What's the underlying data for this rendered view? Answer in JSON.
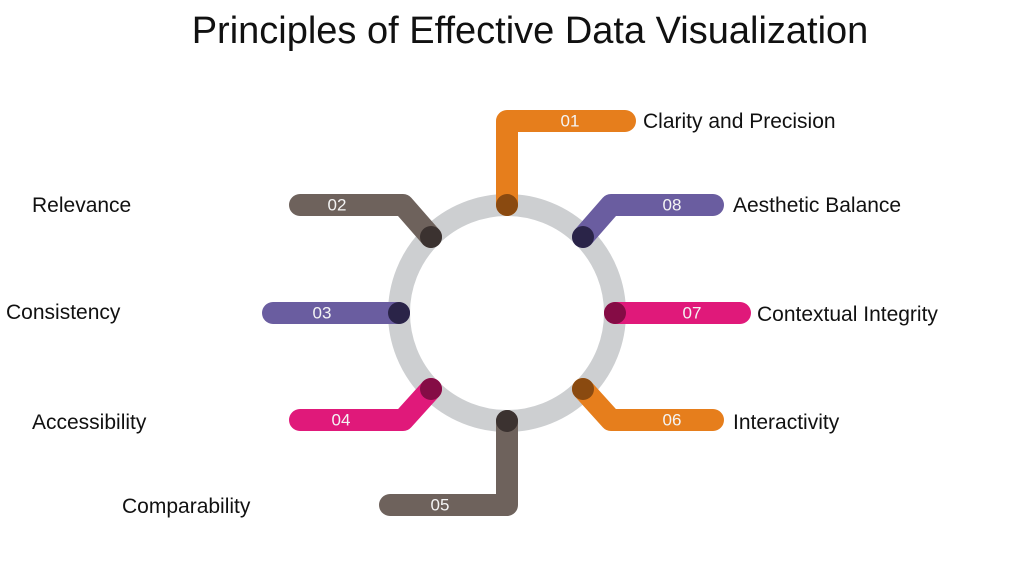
{
  "title": "Principles of Effective Data Visualization",
  "colors": {
    "ring": "#cdcfd1",
    "orange": "#e67e1c",
    "brown": "#6e625c",
    "purple": "#6a5da0",
    "pink": "#e0197a"
  },
  "items": [
    {
      "number": "01",
      "label": "Clarity and Precision",
      "color": "#e67e1c",
      "dot": "#8a4a10"
    },
    {
      "number": "02",
      "label": "Relevance",
      "color": "#6e625c",
      "dot": "#3b3230"
    },
    {
      "number": "03",
      "label": "Consistency",
      "color": "#6a5da0",
      "dot": "#2a2448"
    },
    {
      "number": "04",
      "label": "Accessibility",
      "color": "#e0197a",
      "dot": "#850c45"
    },
    {
      "number": "05",
      "label": "Comparability",
      "color": "#6e625c",
      "dot": "#3b3230"
    },
    {
      "number": "06",
      "label": "Interactivity",
      "color": "#e67e1c",
      "dot": "#8a4a10"
    },
    {
      "number": "07",
      "label": "Contextual Integrity",
      "color": "#e0197a",
      "dot": "#850c45"
    },
    {
      "number": "08",
      "label": "Aesthetic Balance",
      "color": "#6a5da0",
      "dot": "#2a2448"
    }
  ]
}
